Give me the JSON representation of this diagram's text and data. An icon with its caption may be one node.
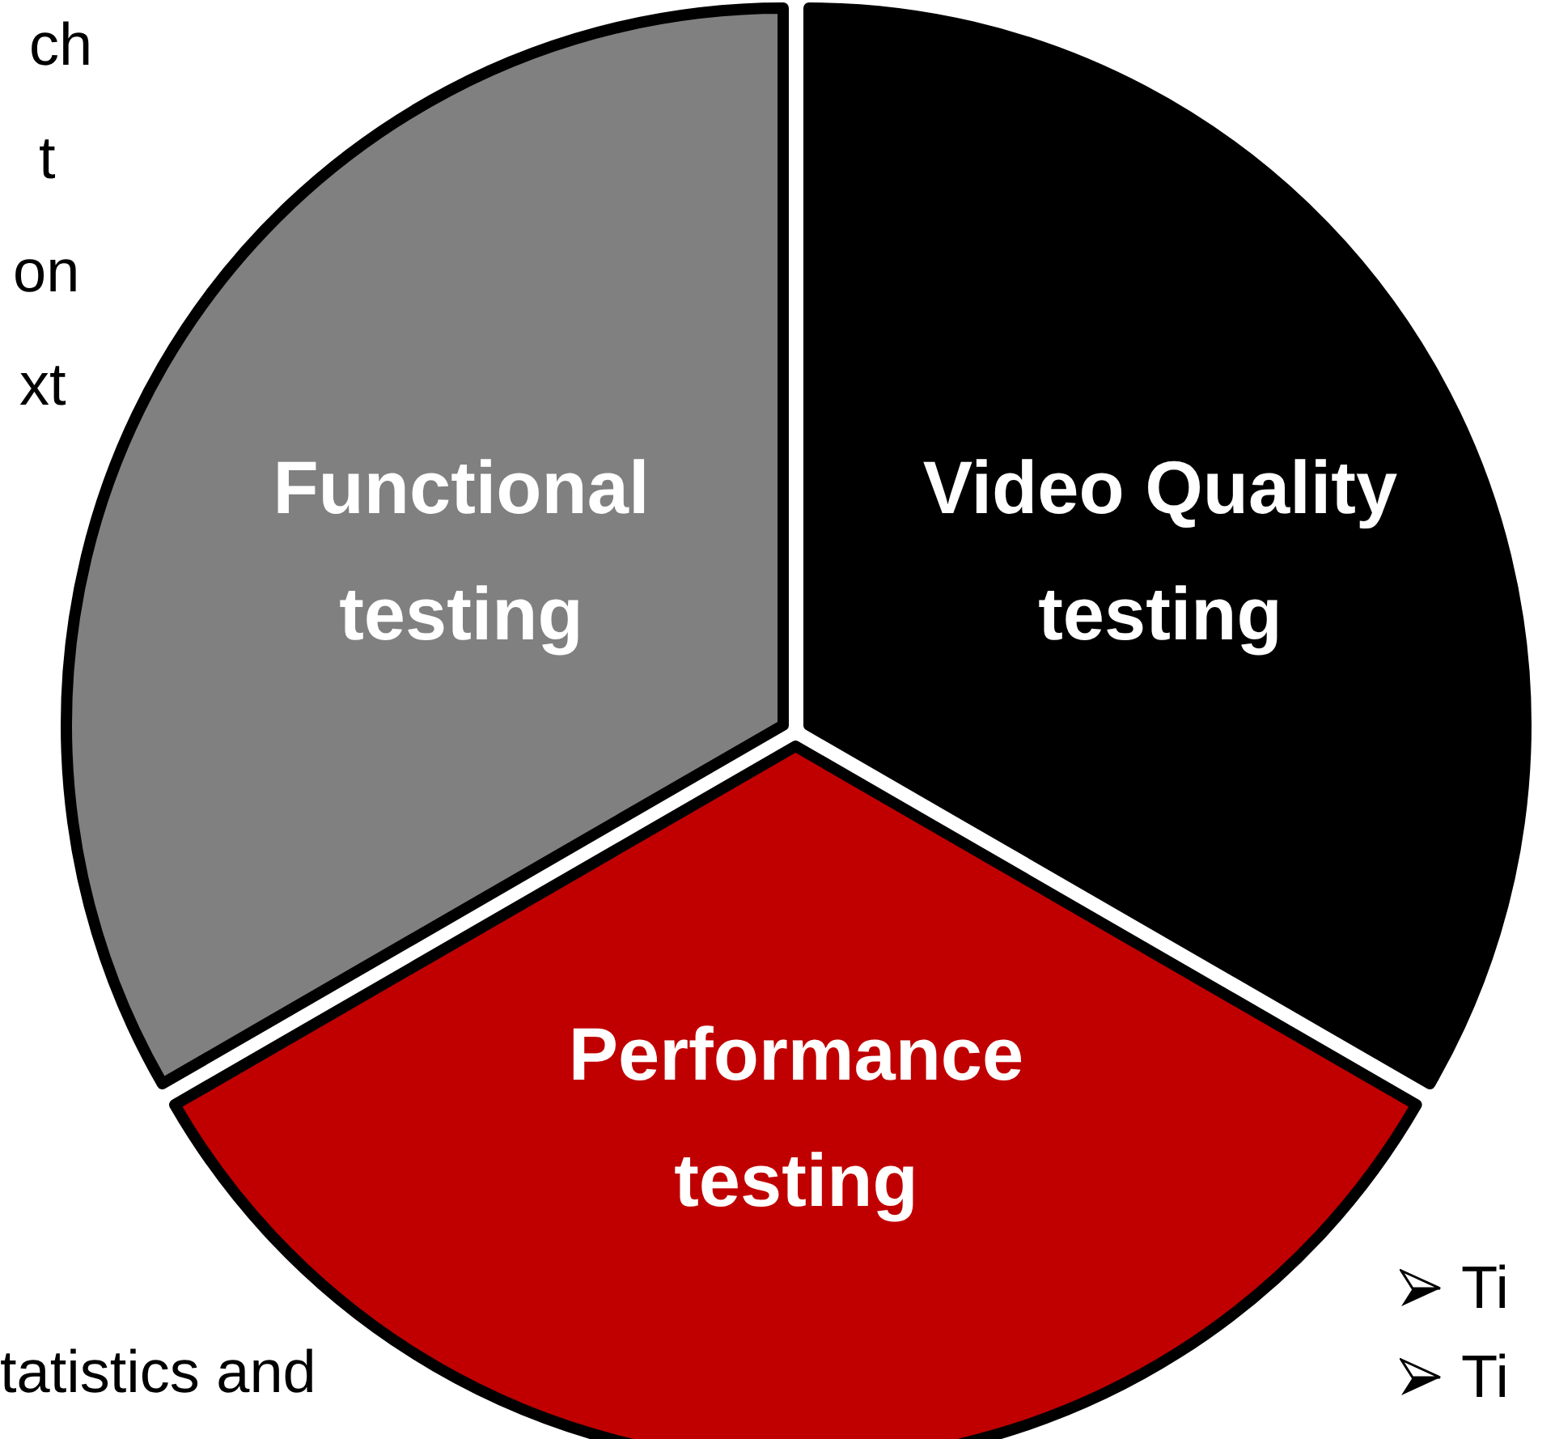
{
  "diagram": {
    "nodes": [
      {
        "text": [
          "Functional testing"
        ]
      },
      {
        "text": [
          "Video Quality testing"
        ]
      },
      {
        "text": [
          "Performance testing"
        ]
      }
    ],
    "labels": [
      "ch",
      "t",
      "on",
      "xt",
      "tatistics and",
      "Ti",
      "Ti"
    ]
  }
}
